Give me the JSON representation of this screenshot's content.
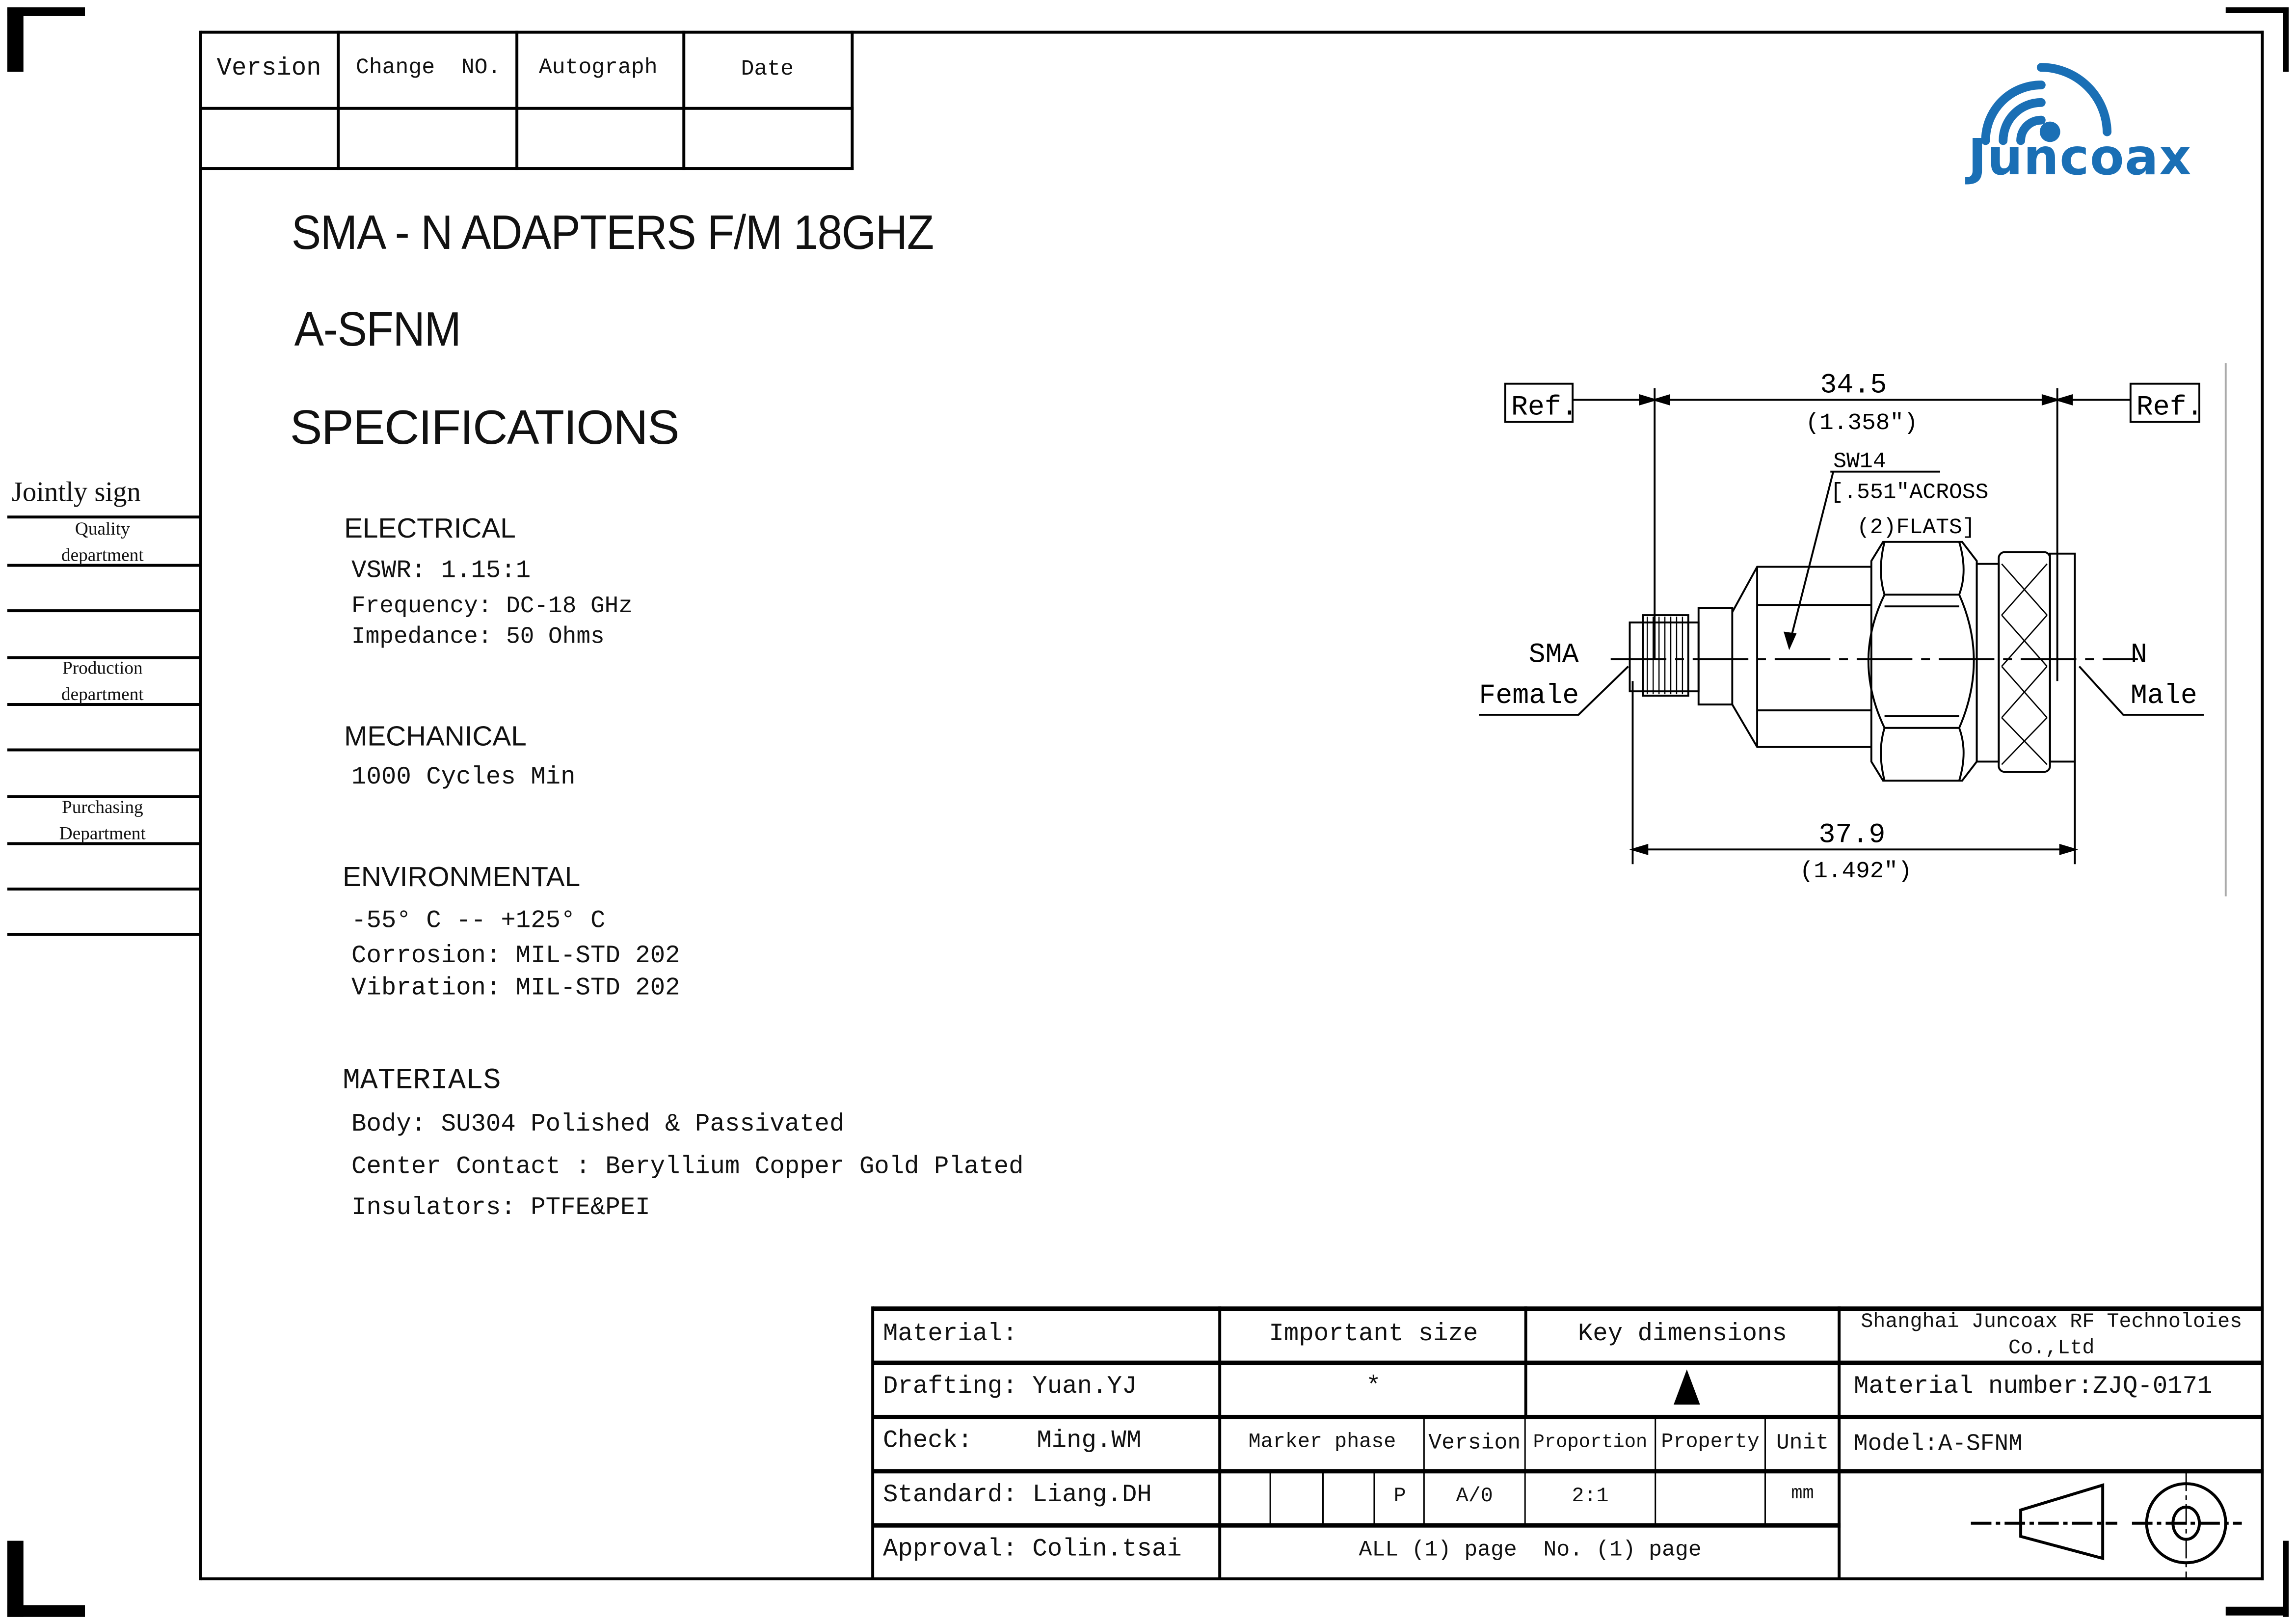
{
  "revision_table": {
    "headers": [
      "Version",
      "Change  NO.",
      "Autograph",
      "Date"
    ]
  },
  "logo": {
    "text": "Juncoax",
    "color": "#1a6fb5"
  },
  "title": {
    "line1": "SMA - N ADAPTERS  F/M 18GHZ",
    "line2": "A-SFNM",
    "line3": "SPECIFICATIONS"
  },
  "sign_panel": {
    "title": "Jointly sign",
    "departments": [
      "Quality department",
      "Production department",
      "Purchasing Department"
    ]
  },
  "specs": {
    "electrical": {
      "heading": "ELECTRICAL",
      "lines": [
        "VSWR:  1.15:1",
        "Frequency: DC-18 GHz",
        "Impedance: 50 Ohms"
      ]
    },
    "mechanical": {
      "heading": "MECHANICAL",
      "lines": [
        "1000 Cycles Min"
      ]
    },
    "environmental": {
      "heading": "ENVIRONMENTAL",
      "lines": [
        "-55° C -- +125° C",
        "Corrosion: MIL-STD 202",
        "Vibration: MIL-STD 202"
      ]
    },
    "materials": {
      "heading": "MATERIALS",
      "lines": [
        "Body: SU304 Polished & Passivated",
        "Center Contact : Beryllium Copper Gold Plated",
        "Insulators: PTFE&PEI"
      ]
    }
  },
  "drawing": {
    "ref_left": "Ref.",
    "ref_right": "Ref.",
    "dim_top": "34.5",
    "dim_top_in": "(1.358\")",
    "wrench": "SW14",
    "wrench_note1": "[.551\"ACROSS",
    "wrench_note2": "(2)FLATS]",
    "left_end1": "SMA",
    "left_end2": "Female",
    "right_end1": "N",
    "right_end2": "Male",
    "dim_bottom": "37.9",
    "dim_bottom_in": "(1.492\")"
  },
  "title_block": {
    "material": "Material:",
    "drafting": "Drafting: Yuan.YJ",
    "check_label": "Check:",
    "check_name": "Ming.WM",
    "standard": "Standard: Liang.DH",
    "approval": "Approval: Colin.tsai",
    "important_size": "Important size",
    "important_mark": "*",
    "key_dimensions": "Key dimensions",
    "company1": "Shanghai Juncoax RF Technoloies",
    "company2": "Co.,Ltd",
    "material_number": "Material number:ZJQ-0171",
    "model": "Model:A-SFNM",
    "marker_phase": "Marker phase",
    "version": "Version",
    "proportion": "Proportion",
    "property": "Property",
    "unit": "Unit",
    "marker_value": "P",
    "version_value": "A/0",
    "proportion_value": "2:1",
    "unit_value": "mm",
    "pages": "ALL (1) page  No. (1) page"
  }
}
